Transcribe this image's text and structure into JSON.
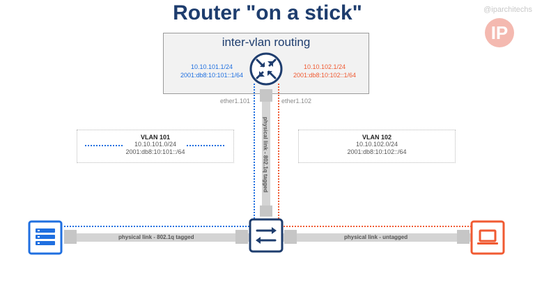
{
  "title": "Router \"on a stick\"",
  "watermark": "@iparchitechs",
  "logo_text": "IP",
  "router": {
    "title": "inter-vlan routing",
    "blue_ip4": "10.10.101.1/24",
    "blue_ip6": "2001:db8:10:101::1/64",
    "red_ip4": "10.10.102.1/24",
    "red_ip6": "2001:db8:10:102::1/64",
    "port_left": "ether1.101",
    "port_right": "ether1.102"
  },
  "vlan101": {
    "name": "VLAN 101",
    "net4": "10.10.101.0/24",
    "net6": "2001:db8:10:101::/64"
  },
  "vlan102": {
    "name": "VLAN 102",
    "net4": "10.10.102.0/24",
    "net6": "2001:db8:10:102::/64"
  },
  "links": {
    "vertical": "physical link - 802.1q tagged",
    "left": "physical link - 802.1q tagged",
    "right": "physical link - untagged"
  },
  "colors": {
    "blue": "#1f6fe0",
    "red": "#f05a32",
    "navy": "#1e3d6e",
    "gray": "#c9c9c9"
  },
  "icons": {
    "router": "router-icon",
    "switch": "switch-icon",
    "server": "server-icon",
    "laptop": "laptop-icon"
  }
}
